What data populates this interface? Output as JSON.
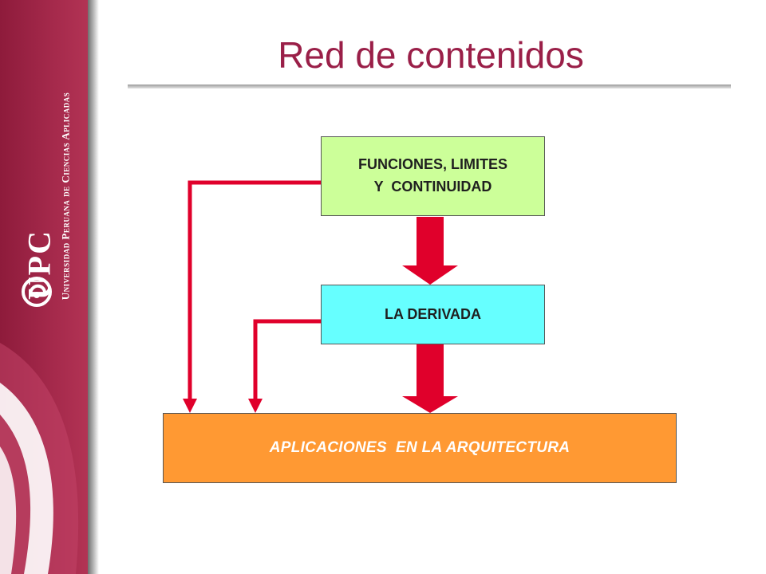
{
  "slide": {
    "title": "Red de contenidos"
  },
  "branding": {
    "logo_text": "UPC",
    "university_name": "Universidad Peruana de Ciencias Aplicadas"
  },
  "diagram": {
    "nodes": [
      {
        "id": "funciones",
        "lines": [
          "FUNCIONES, LIMITES",
          "Y  CONTINUIDAD"
        ]
      },
      {
        "id": "derivada",
        "lines": [
          "LA DERIVADA"
        ]
      },
      {
        "id": "aplicaciones",
        "lines": [
          "APLICACIONES  EN LA ARQUITECTURA"
        ]
      }
    ],
    "edges": [
      {
        "from": "funciones",
        "to": "derivada",
        "style": "thick-arrow"
      },
      {
        "from": "derivada",
        "to": "aplicaciones",
        "style": "thick-arrow"
      },
      {
        "from": "funciones",
        "to": "aplicaciones",
        "style": "elbow-line"
      },
      {
        "from": "derivada",
        "to": "aplicaciones",
        "style": "elbow-line"
      }
    ]
  },
  "colors": {
    "title": "#9a1f48",
    "sidebar": "#a3284a",
    "arrows": "#e0002b",
    "box_funciones": "#ccff99",
    "box_derivada": "#66ffff",
    "box_aplicaciones": "#ff9933"
  }
}
